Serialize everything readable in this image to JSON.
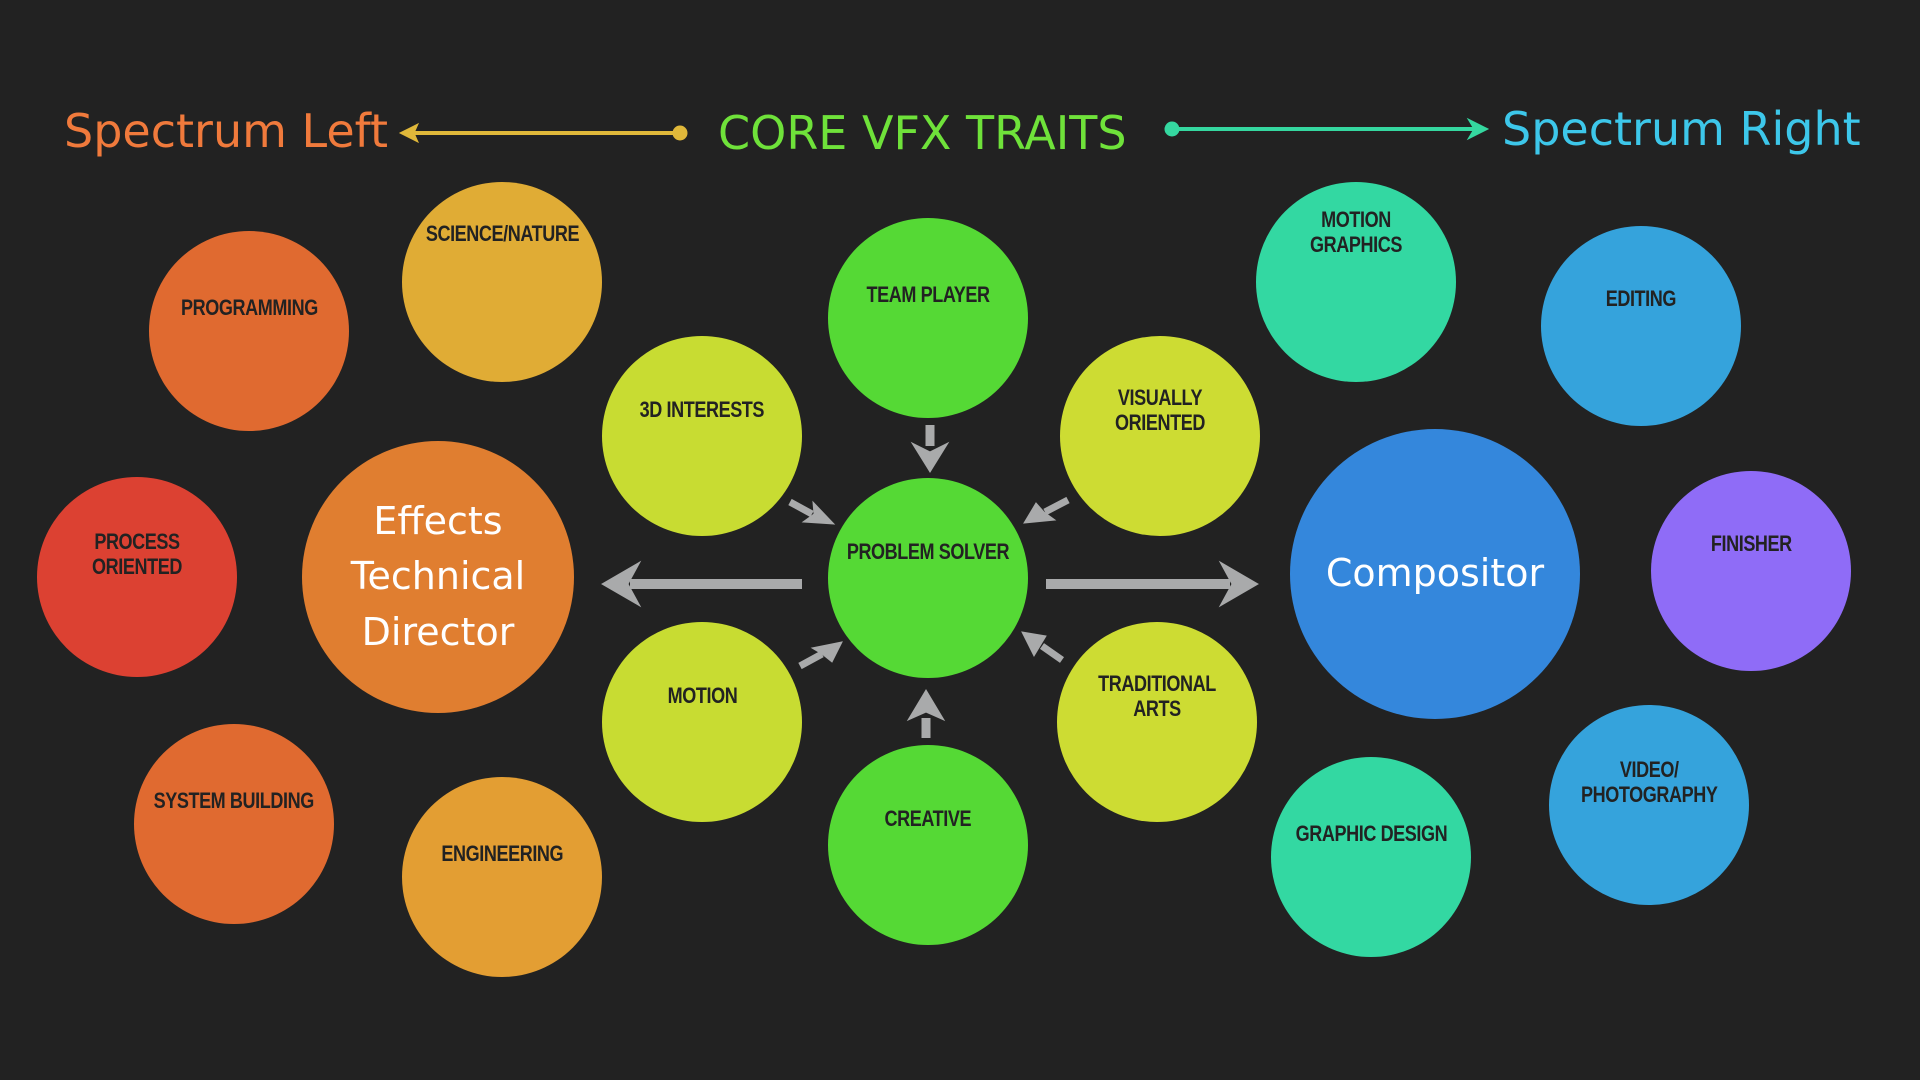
{
  "header": {
    "left_label": "Spectrum Left",
    "center_title": "CORE VFX TRAITS",
    "right_label": "Spectrum Right"
  },
  "colors": {
    "background": "#222222",
    "left_label": "#f07a3c",
    "center_title": "#6fe23a",
    "right_label": "#3dc7ea",
    "left_arrow": "#e0b83a",
    "right_arrow": "#35d8a0",
    "connector_arrows": "#a9aaab"
  },
  "bubbles": [
    {
      "id": "programming",
      "label": "PROGRAMMING",
      "color": "#e06a30",
      "group": "left"
    },
    {
      "id": "science-nature",
      "label": "SCIENCE/NATURE",
      "color": "#e0ac35",
      "group": "left"
    },
    {
      "id": "process-oriented",
      "label": "PROCESS ORIENTED",
      "color": "#dc4132",
      "group": "left"
    },
    {
      "id": "effects-td",
      "label": "Effects\nTechnical\nDirector",
      "color": "#e07e30",
      "group": "left",
      "primary": true
    },
    {
      "id": "system-building",
      "label": "SYSTEM BUILDING",
      "color": "#e06a30",
      "group": "left"
    },
    {
      "id": "engineering",
      "label": "ENGINEERING",
      "color": "#e39e33",
      "group": "left"
    },
    {
      "id": "team-player",
      "label": "TEAM PLAYER",
      "color": "#55d935",
      "group": "core"
    },
    {
      "id": "3d-interests",
      "label": "3D INTERESTS",
      "color": "#c8dc32",
      "group": "core"
    },
    {
      "id": "visually-oriented",
      "label": "VISUALLY ORIENTED",
      "color": "#cddc33",
      "group": "core"
    },
    {
      "id": "problem-solver",
      "label": "PROBLEM SOLVER",
      "color": "#55d935",
      "group": "core"
    },
    {
      "id": "motion",
      "label": "MOTION",
      "color": "#c8dc32",
      "group": "core"
    },
    {
      "id": "traditional-arts",
      "label": "TRADITIONAL ARTS",
      "color": "#cddc33",
      "group": "core"
    },
    {
      "id": "creative",
      "label": "CREATIVE",
      "color": "#55d935",
      "group": "core"
    },
    {
      "id": "motion-graphics",
      "label": "MOTION GRAPHICS",
      "color": "#33d8a2",
      "group": "right"
    },
    {
      "id": "editing",
      "label": "EDITING",
      "color": "#35a3dc",
      "group": "right"
    },
    {
      "id": "compositor",
      "label": "Compositor",
      "color": "#3487dc",
      "group": "right",
      "primary": true
    },
    {
      "id": "finisher",
      "label": "FINISHER",
      "color": "#8f6cf7",
      "group": "right"
    },
    {
      "id": "graphic-design",
      "label": "GRAPHIC DESIGN",
      "color": "#33d8a2",
      "group": "right"
    },
    {
      "id": "video-photography",
      "label": "VIDEO/\nPHOTOGRAPHY",
      "color": "#35a3dc",
      "group": "right"
    }
  ]
}
